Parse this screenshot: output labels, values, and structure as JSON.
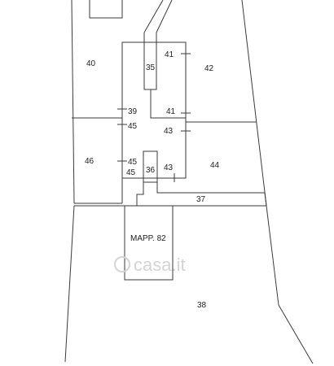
{
  "parcels": {
    "p35": "35",
    "p36": "36",
    "p37": "37",
    "p38": "38",
    "p39": "39",
    "p40": "40",
    "p41a": "41",
    "p41b": "41",
    "p42": "42",
    "p43a": "43",
    "p43b": "43",
    "p44": "44",
    "p45a": "45",
    "p45b": "45",
    "p45c": "45",
    "p46": "46",
    "mapp": "MAPP. 82"
  },
  "watermark": "casa.it",
  "colors": {
    "line": "#3a3a3a",
    "text": "#222222",
    "watermark": "#d4d4d4"
  }
}
